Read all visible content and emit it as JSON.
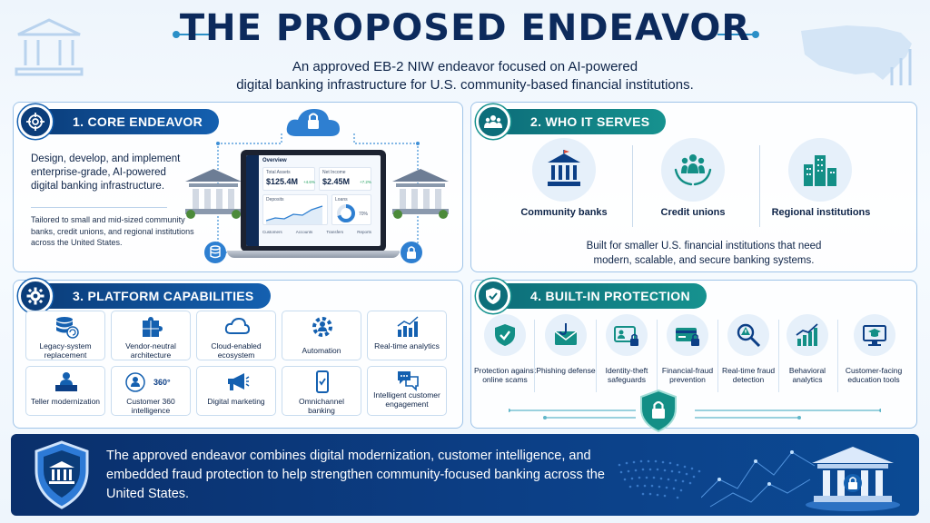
{
  "header": {
    "title": "THE PROPOSED ENDEAVOR",
    "subtitle_line1": "An approved EB-2 NIW endeavor focused on AI-powered",
    "subtitle_line2": "digital banking infrastructure for U.S. community-based financial institutions."
  },
  "core": {
    "heading": "1. CORE ENDEAVOR",
    "description": "Design, develop, and implement enterprise-grade, AI-powered digital banking infrastructure.",
    "note": "Tailored to small and mid-sized community banks, credit unions, and regional institutions across the United States.",
    "dashboard": {
      "title": "Overview",
      "metric1_label": "Total Assets",
      "metric1_value": "$125.4M",
      "metric1_change": "+4.6%",
      "metric2_label": "Net Income",
      "metric2_value": "$2.45M",
      "metric2_change": "+7.2%",
      "deposits_label": "Deposits",
      "loans_label": "Loans",
      "loans_pct": "70%",
      "nav": [
        "Customers",
        "Accounts",
        "Transfers",
        "Reports"
      ]
    }
  },
  "serves": {
    "heading": "2. WHO IT SERVES",
    "items": [
      "Community banks",
      "Credit unions",
      "Regional institutions"
    ],
    "description_line1": "Built for smaller U.S. financial institutions that need",
    "description_line2": "modern, scalable, and secure banking systems."
  },
  "capabilities": {
    "heading": "3. PLATFORM CAPABILITIES",
    "items": [
      "Legacy-system replacement",
      "Vendor-neutral architecture",
      "Cloud-enabled ecosystem",
      "Automation",
      "Real-time analytics",
      "Teller modernization",
      "Customer 360 intelligence",
      "Digital marketing",
      "Omnichannel banking",
      "Intelligent customer engagement"
    ],
    "badge_360": "360°"
  },
  "protection": {
    "heading": "4. BUILT-IN PROTECTION",
    "items": [
      "Protection against online scams",
      "Phishing defense",
      "Identity-theft safeguards",
      "Financial-fraud prevention",
      "Real-time fraud detection",
      "Behavioral analytics",
      "Customer-facing education tools"
    ]
  },
  "banner": {
    "text": "The approved endeavor combines digital modernization, customer intelligence, and embedded fraud protection to help strengthen community-focused banking across the United States."
  },
  "colors": {
    "navy": "#0c2a5c",
    "accent": "#1460b0",
    "teal": "#138f86",
    "panel_border": "#9fc4e8"
  }
}
